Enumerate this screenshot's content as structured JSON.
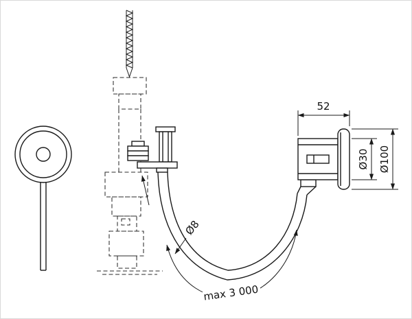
{
  "drawing": {
    "kind": "technical-drawing",
    "subject": "pneumatic flush button with air hose and fill valve",
    "background_color": "#ffffff",
    "line_color": "#1a1a1a",
    "labels": {
      "depth": "52",
      "button_diameter": "Ø30",
      "plate_diameter": "Ø100",
      "hose_diameter": "Ø8",
      "hose_max_length": "max 3 000"
    }
  }
}
